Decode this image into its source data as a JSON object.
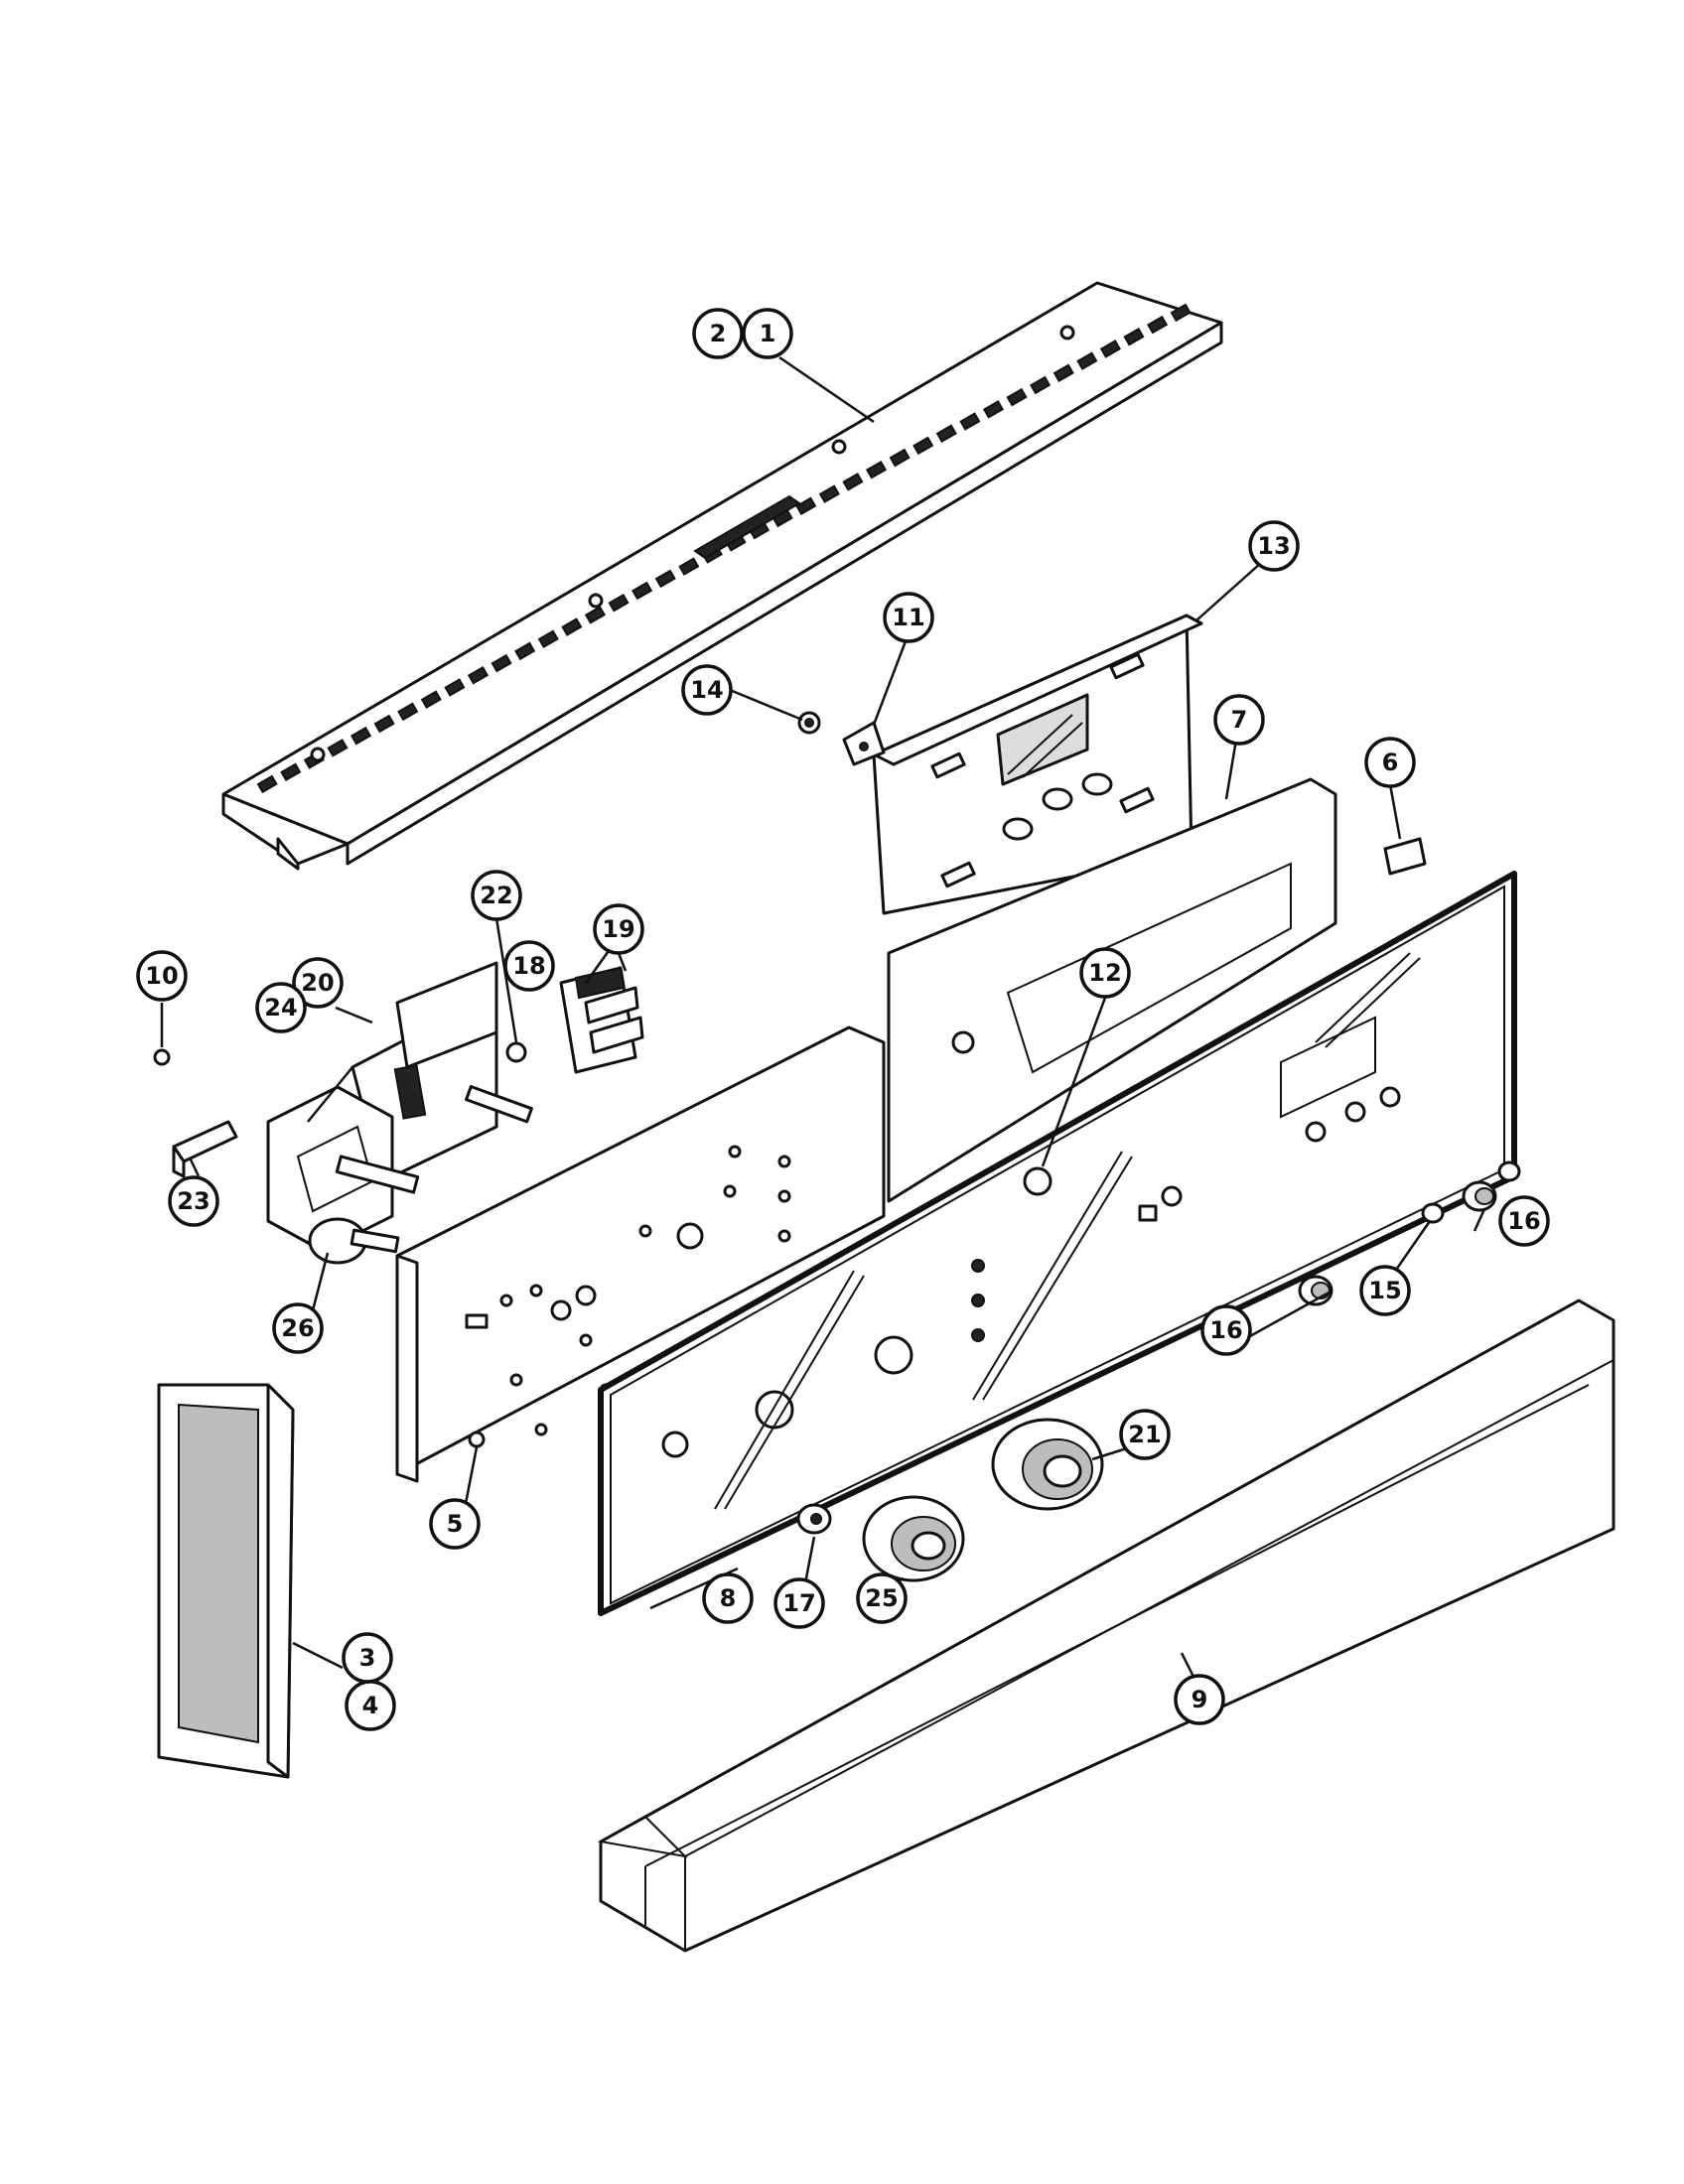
{
  "colors": {
    "line": "#111111",
    "background": "#ffffff",
    "fill_dark": "#222222",
    "fill_grey": "#bdbdbd"
  },
  "callouts": {
    "c1": "1",
    "c2": "2",
    "c3": "3",
    "c4": "4",
    "c5": "5",
    "c6": "6",
    "c7": "7",
    "c8": "8",
    "c9": "9",
    "c10": "10",
    "c11": "11",
    "c12": "12",
    "c13": "13",
    "c14": "14",
    "c15": "15",
    "c16a": "16",
    "c16b": "16",
    "c17": "17",
    "c18": "18",
    "c19": "19",
    "c20": "20",
    "c21": "21",
    "c22": "22",
    "c23": "23",
    "c24": "24",
    "c25": "25",
    "c26": "26"
  }
}
